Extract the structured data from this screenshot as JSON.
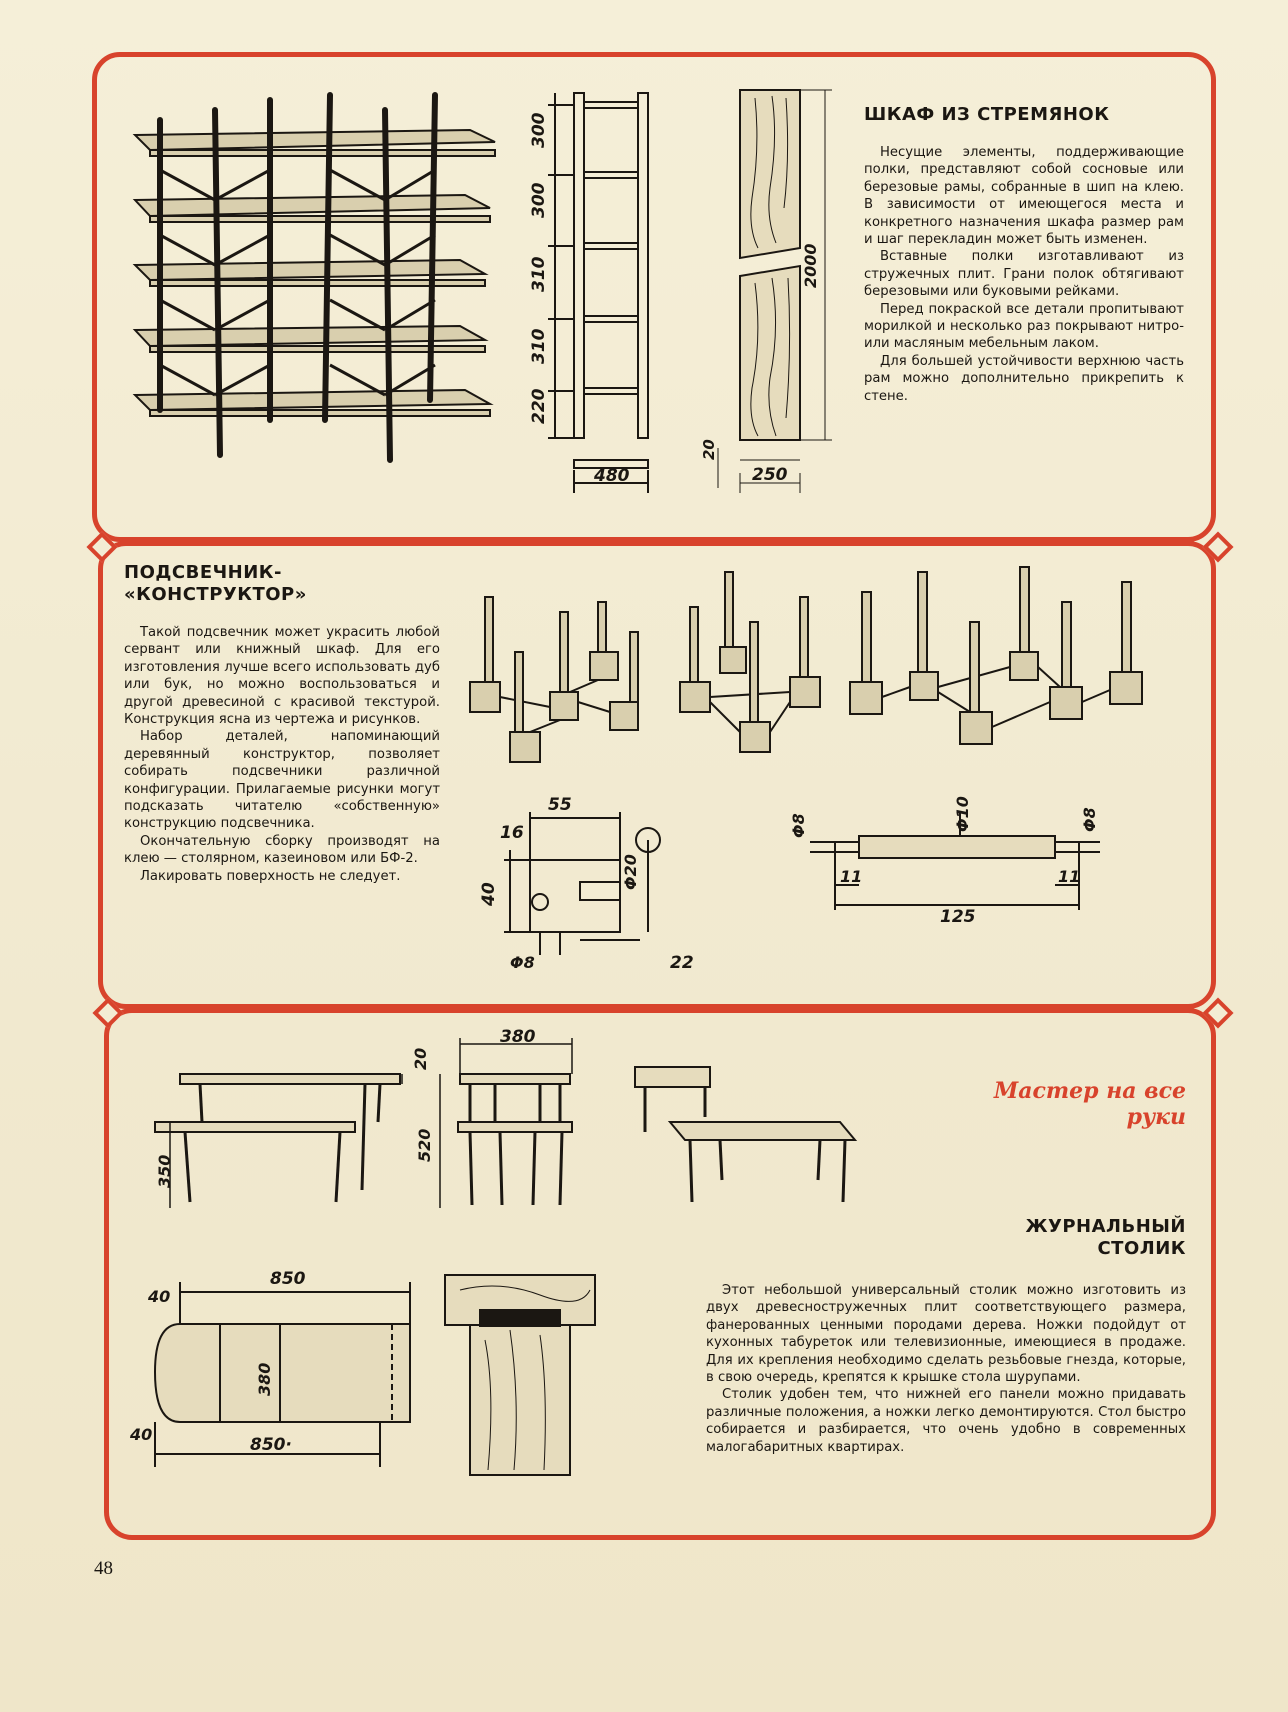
{
  "page_number": "48",
  "rubric": "Мастер на все руки",
  "sections": {
    "shelf": {
      "title": "ШКАФ ИЗ СТРЕМЯНОК",
      "paragraphs": [
        "Несущие элементы, поддерживающие полки, представляют собой сосновые или березовые рамы, собранные в шип на клею. В зависимости от имеющегося места и конкретного назначения шкафа размер рам и шаг перекладин может быть изменен.",
        "Вставные полки изготавливают из стружечных плит. Грани полок обтягивают березовыми или буковыми рейками.",
        "Перед покраской все детали пропитывают морилкой и несколько раз покрывают нитро- или масляным мебельным лаком.",
        "Для большей устойчивости верхнюю часть рам можно дополнительно прикрепить к стене."
      ],
      "dims": {
        "d300a": "300",
        "d300b": "300",
        "d310a": "310",
        "d310b": "310",
        "d220": "220",
        "d2000": "2000",
        "d480": "480",
        "d20": "20",
        "d250": "250"
      }
    },
    "candle": {
      "title_line1": "ПОДСВЕЧНИК-",
      "title_line2": "«КОНСТРУКТОР»",
      "paragraphs": [
        "Такой подсвечник может украсить любой сервант или книжный шкаф. Для его изготовления лучше всего использовать дуб или бук, но можно воспользоваться и другой древесиной с красивой текстурой. Конструкция ясна из чертежа и рисунков.",
        "Набор деталей, напоминающий деревянный конструктор, позволяет собирать подсвечники различной конфигурации. Прилагаемые рисунки могут подсказать читателю «собственную» конструкцию подсвечника.",
        "Окончательную сборку производят на клею — столярном, казеиновом или БФ-2.",
        "Лакировать поверхность не следует."
      ],
      "dims": {
        "d55": "55",
        "d16": "16",
        "d40": "40",
        "phi20": "Φ20",
        "phi8": "Φ8",
        "d22": "22",
        "phi8l": "Φ8",
        "phi10": "Φ10",
        "phi8r": "Φ8",
        "d11l": "11",
        "d11r": "11",
        "d125": "125"
      }
    },
    "table": {
      "title_line1": "ЖУРНАЛЬНЫЙ",
      "title_line2": "СТОЛИК",
      "paragraphs": [
        "Этот небольшой универсальный столик можно изготовить из двух древесностружечных плит соответствующего размера, фанерованных ценными породами дерева. Ножки подойдут от кухонных табуреток или телевизионные, имеющиеся в продаже. Для их крепления необходимо сделать резьбовые гнезда, которые, в свою очередь, крепятся к крышке стола шурупами.",
        "Столик удобен тем, что нижней его панели можно придавать различные положения, а ножки легко демонтируются. Стол быстро собирается и разбирается, что очень удобно в современных малогабаритных квартирах."
      ],
      "dims": {
        "d20": "20",
        "d350": "350",
        "d520": "520",
        "d380top": "380",
        "d850top": "850",
        "d40top": "40",
        "d380": "380",
        "d40bot": "40",
        "d850bot": "850·"
      }
    }
  },
  "colors": {
    "accent": "#d8432c",
    "paper": "#f3ecd3",
    "ink": "#1b1712"
  }
}
